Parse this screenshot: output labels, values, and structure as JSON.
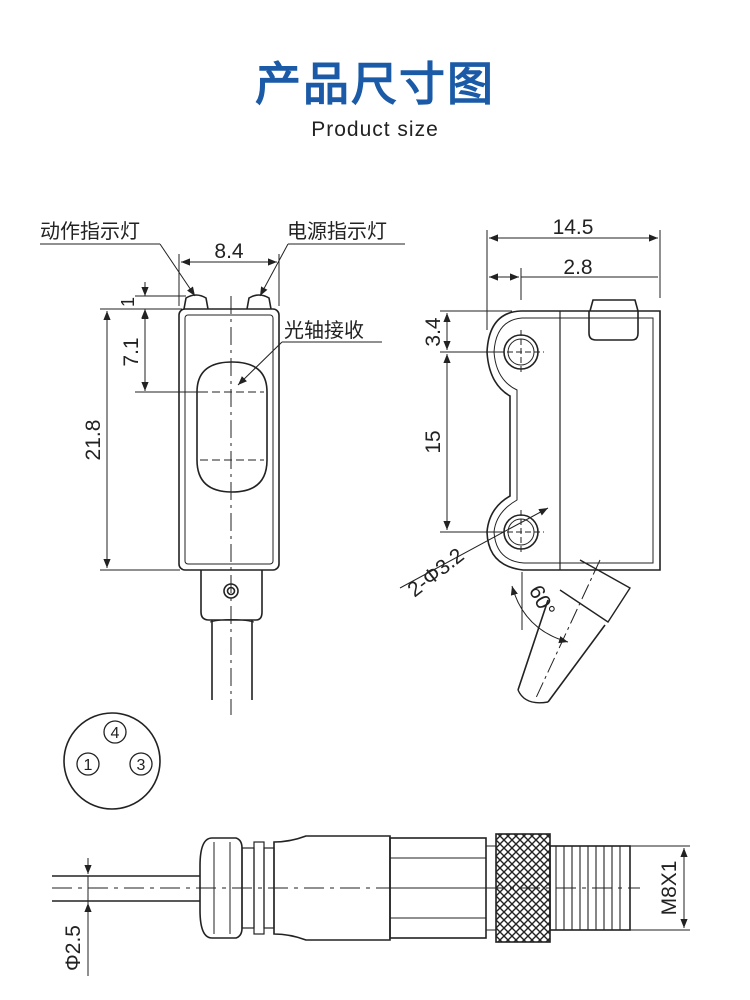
{
  "header": {
    "title": "产品尺寸图",
    "subtitle": "Product size"
  },
  "front_view": {
    "label_action_led": "动作指示灯",
    "label_power_led": "电源指示灯",
    "label_optical_axis": "光轴接收",
    "dim_width": "8.4",
    "dim_top": "1",
    "dim_axis": "7.1",
    "dim_height": "21.8"
  },
  "side_view": {
    "dim_depth": "14.5",
    "dim_offset": "2.8",
    "dim_hole_top": "3.4",
    "dim_hole_pitch": "15",
    "dim_holes": "2-Φ3.2",
    "dim_angle": "60°"
  },
  "pinout": {
    "pins": [
      "4",
      "1",
      "3"
    ]
  },
  "connector": {
    "dim_cable": "Φ2.5",
    "dim_thread": "M8X1"
  }
}
